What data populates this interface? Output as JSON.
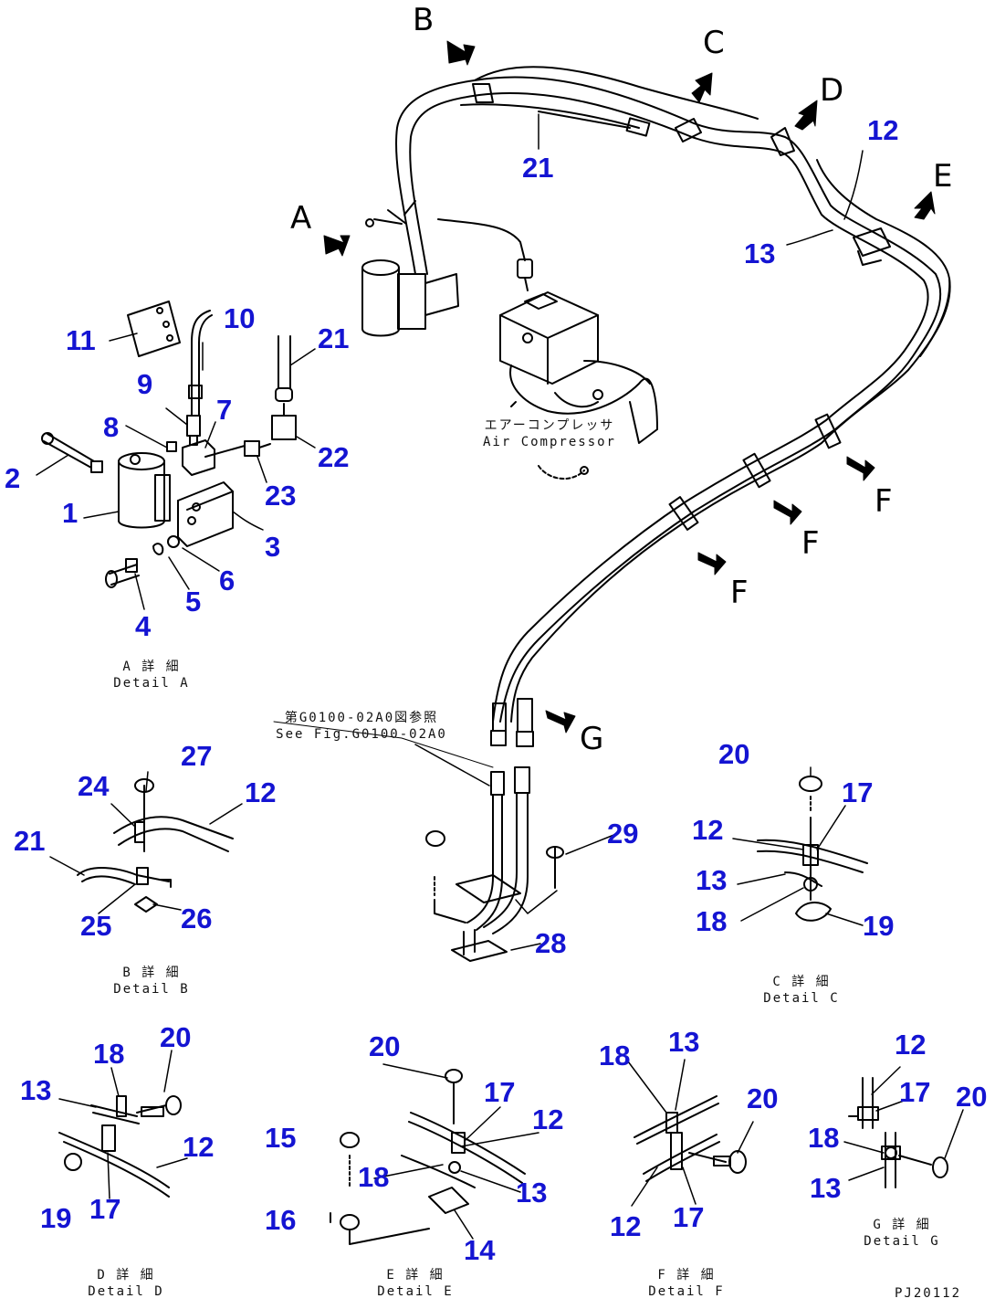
{
  "arrow_letters": {
    "a": "A",
    "b": "B",
    "c": "C",
    "d": "D",
    "e": "E",
    "f1": "F",
    "f2": "F",
    "f3": "F",
    "g": "G"
  },
  "air_compressor": {
    "jp": "エアーコンプレッサ",
    "en": "Air Compressor"
  },
  "see_fig": {
    "jp": "第G0100-02A0図参照",
    "en": "See Fig.G0100-02A0"
  },
  "details": {
    "a": {
      "jp": "A 詳 細",
      "en": "Detail A"
    },
    "b": {
      "jp": "B 詳 細",
      "en": "Detail B"
    },
    "c": {
      "jp": "C 詳 細",
      "en": "Detail C"
    },
    "d": {
      "jp": "D 詳 細",
      "en": "Detail D"
    },
    "e": {
      "jp": "E 詳 細",
      "en": "Detail E"
    },
    "f": {
      "jp": "F 詳 細",
      "en": "Detail F"
    },
    "g": {
      "jp": "G 詳 細",
      "en": "Detail G"
    }
  },
  "drawing_number": "PJ20112",
  "callouts": {
    "main": {
      "n21": "21",
      "n12": "12",
      "n13": "13"
    },
    "detail_a": {
      "n1": "1",
      "n2": "2",
      "n3": "3",
      "n4": "4",
      "n5": "5",
      "n6": "6",
      "n7": "7",
      "n8": "8",
      "n9": "9",
      "n10": "10",
      "n11": "11",
      "n21": "21",
      "n22": "22",
      "n23": "23"
    },
    "detail_b": {
      "n27": "27",
      "n24": "24",
      "n12": "12",
      "n21": "21",
      "n25": "25",
      "n26": "26"
    },
    "fig_g0100": {
      "n29": "29",
      "n28": "28"
    },
    "detail_c": {
      "n20": "20",
      "n17": "17",
      "n12": "12",
      "n13": "13",
      "n18": "18",
      "n19": "19"
    },
    "detail_d": {
      "n18": "18",
      "n20": "20",
      "n13": "13",
      "n12": "12",
      "n19": "19",
      "n17": "17"
    },
    "detail_e": {
      "n20": "20",
      "n17": "17",
      "n12": "12",
      "n15": "15",
      "n18": "18",
      "n13": "13",
      "n16": "16",
      "n14": "14"
    },
    "detail_f": {
      "n18": "18",
      "n13": "13",
      "n20": "20",
      "n12": "12",
      "n17": "17"
    },
    "detail_g": {
      "n12": "12",
      "n17": "17",
      "n20": "20",
      "n18": "18",
      "n13": "13"
    }
  },
  "colors": {
    "callout": "#1414d2",
    "line": "#000000",
    "background": "#ffffff"
  }
}
